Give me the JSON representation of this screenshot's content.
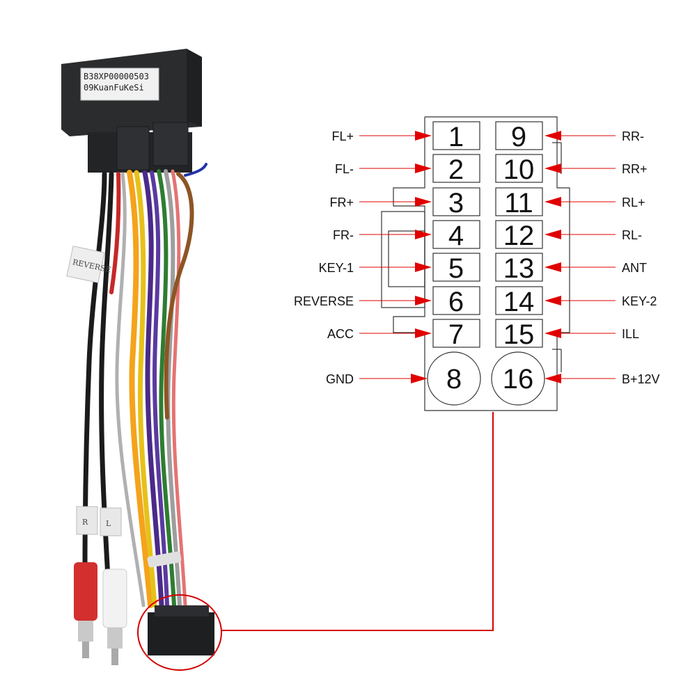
{
  "colors": {
    "arrow": "#e00000",
    "leader": "#e00000",
    "outline": "#333333",
    "callout": "#d40000",
    "box": "#2b2c2e"
  },
  "module_label": {
    "line1": "B38XP00000503",
    "line2": "09KuanFuKeSi"
  },
  "cable_tapes": {
    "reverse": "REVERSE",
    "right": "R",
    "left": "L"
  },
  "connector": {
    "left_pins": [
      {
        "num": "1",
        "label": "FL+"
      },
      {
        "num": "2",
        "label": "FL-"
      },
      {
        "num": "3",
        "label": "FR+"
      },
      {
        "num": "4",
        "label": "FR-"
      },
      {
        "num": "5",
        "label": "KEY-1"
      },
      {
        "num": "6",
        "label": "REVERSE"
      },
      {
        "num": "7",
        "label": "ACC"
      },
      {
        "num": "8",
        "label": "GND"
      }
    ],
    "right_pins": [
      {
        "num": "9",
        "label": "RR-"
      },
      {
        "num": "10",
        "label": "RR+"
      },
      {
        "num": "11",
        "label": "RL+"
      },
      {
        "num": "12",
        "label": "RL-"
      },
      {
        "num": "13",
        "label": "ANT"
      },
      {
        "num": "14",
        "label": "KEY-2"
      },
      {
        "num": "15",
        "label": "ILL"
      },
      {
        "num": "16",
        "label": "B+12V"
      }
    ]
  }
}
